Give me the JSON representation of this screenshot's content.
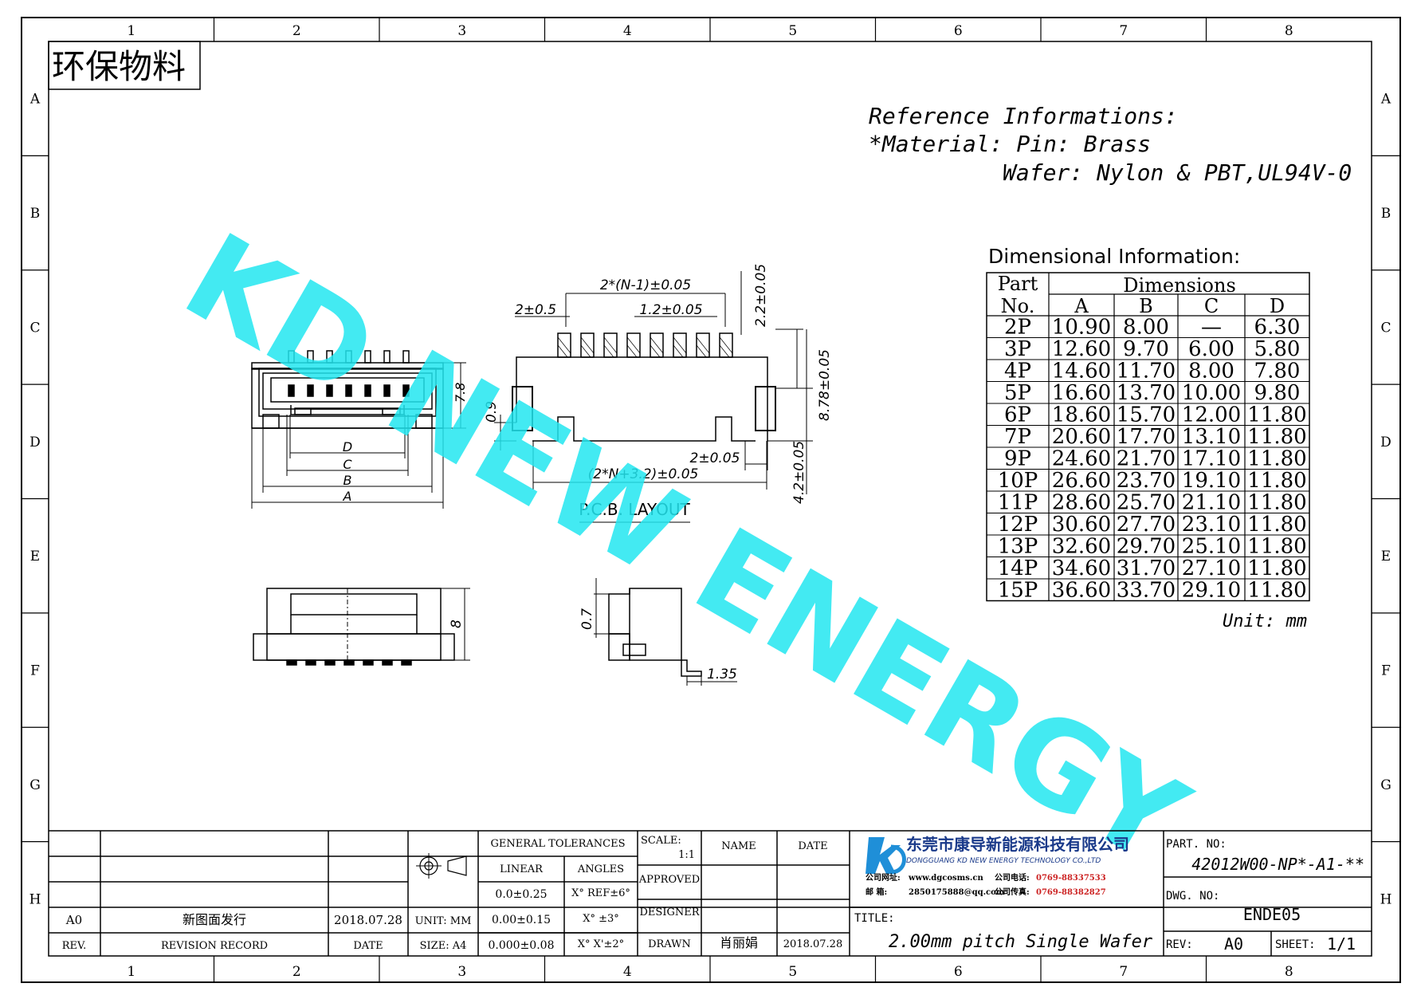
{
  "grid": {
    "cols": [
      "1",
      "2",
      "3",
      "4",
      "5",
      "6",
      "7",
      "8"
    ],
    "rows": [
      "A",
      "B",
      "C",
      "D",
      "E",
      "F",
      "G",
      "H"
    ]
  },
  "stamp": "环保物料",
  "watermark": "KD NEW ENERGY",
  "reference": {
    "title": "Reference Informations:",
    "material": "*Material: Pin: Brass",
    "wafer": "Wafer: Nylon & PBT,UL94V-0"
  },
  "dims_table": {
    "caption": "Dimensional Information:",
    "part_header": "Part",
    "no_header": "No.",
    "dims_header": "Dimensions",
    "cols": [
      "A",
      "B",
      "C",
      "D"
    ],
    "rows": [
      [
        "2P",
        "10.90",
        "8.00",
        "—",
        "6.30"
      ],
      [
        "3P",
        "12.60",
        "9.70",
        "6.00",
        "5.80"
      ],
      [
        "4P",
        "14.60",
        "11.70",
        "8.00",
        "7.80"
      ],
      [
        "5P",
        "16.60",
        "13.70",
        "10.00",
        "9.80"
      ],
      [
        "6P",
        "18.60",
        "15.70",
        "12.00",
        "11.80"
      ],
      [
        "7P",
        "20.60",
        "17.70",
        "13.10",
        "11.80"
      ],
      [
        "9P",
        "24.60",
        "21.70",
        "17.10",
        "11.80"
      ],
      [
        "10P",
        "26.60",
        "23.70",
        "19.10",
        "11.80"
      ],
      [
        "11P",
        "28.60",
        "25.70",
        "21.10",
        "11.80"
      ],
      [
        "12P",
        "30.60",
        "27.70",
        "23.10",
        "11.80"
      ],
      [
        "13P",
        "32.60",
        "29.70",
        "25.10",
        "11.80"
      ],
      [
        "14P",
        "34.60",
        "31.70",
        "27.10",
        "11.80"
      ],
      [
        "15P",
        "36.60",
        "33.70",
        "29.10",
        "11.80"
      ]
    ],
    "unit": "Unit: mm"
  },
  "dims": {
    "pitch_total": "2*(N-1)±0.05",
    "pad_w": "2±0.5",
    "pitch": "1.2±0.05",
    "pad_h": "2.2±0.05",
    "side_h": "8.78±0.05",
    "side_small": "0.9",
    "side_w": "2±0.05",
    "total_w": "(2*N+3.2)±0.05",
    "bottom_h": "4.2±0.05",
    "front_h": "7.8",
    "D": "D",
    "C": "C",
    "B": "B",
    "A": "A",
    "side_view_h": "8",
    "small_a": "0.7",
    "small_b": "1.35",
    "pcb_layout": "P.C.B. LAYOUT"
  },
  "title_block": {
    "rev_a0": "A0",
    "record_new": "新图面发行",
    "record_date": "2018.07.28",
    "rev_label": "REV.",
    "revision_record": "REVISION RECORD",
    "date_label": "DATE",
    "unit": "UNIT: MM",
    "size": "SIZE: A4",
    "general_tol": "GENERAL TOLERANCES",
    "linear": "LINEAR",
    "angles": "ANGLES",
    "tol1": "0.0±0.25",
    "tol2": "0.00±0.15",
    "tol3": "0.000±0.08",
    "ang1": "X° REF±6°",
    "ang2": "X° ±3°",
    "ang3": "X° X'±2°",
    "scale_label": "SCALE:",
    "scale_val": "1:1",
    "name": "NAME",
    "date": "DATE",
    "approved": "APPROVED",
    "designer": "DESIGNER",
    "drawn": "DRAWN",
    "drawn_name": "肖丽娟",
    "drawn_date": "2018.07.28",
    "company_cn": "东莞市康导新能源科技有限公司",
    "company_en": "DONGGUANG KD NEW ENERGY TECHNOLOGY CO.,LTD",
    "web_label": "公司网址:",
    "web": "www.dgcosms.cn",
    "tel_label": "公司电话:",
    "tel": "0769-88337533",
    "mail_label": "邮    箱:",
    "mail": "2850175888@qq.com",
    "fax_label": "公司传真:",
    "fax": "0769-88382827",
    "title_label": "TITLE:",
    "title": "2.00mm pitch Single Wafer",
    "part_no_label": "PART. NO:",
    "part_no": "42012W00-NP*-A1-**",
    "dwg_no_label": "DWG. NO:",
    "dwg_no": "ENDE05",
    "rev_label2": "REV:",
    "rev": "A0",
    "sheet_label": "SHEET:",
    "sheet": "1/1"
  }
}
